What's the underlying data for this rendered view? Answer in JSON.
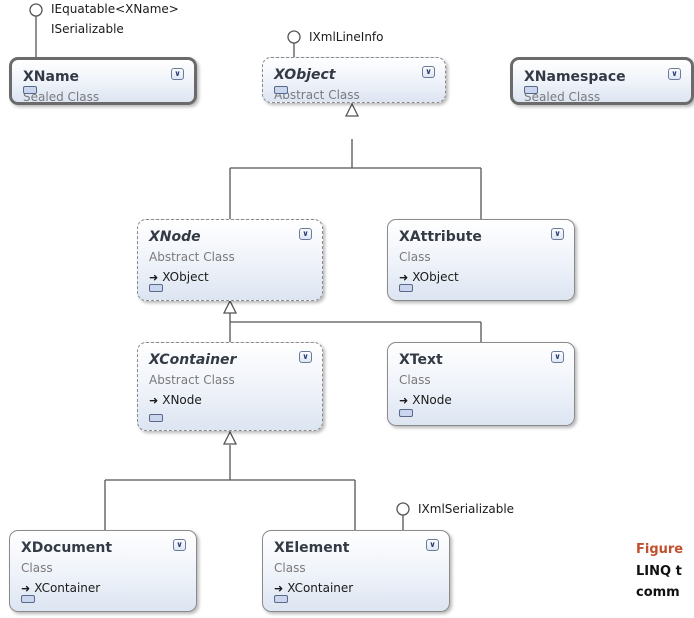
{
  "classes": {
    "xname": {
      "name": "XName",
      "kind": "Sealed Class"
    },
    "xobject": {
      "name": "XObject",
      "kind": "Abstract Class"
    },
    "xnamespace": {
      "name": "XNamespace",
      "kind": "Sealed Class"
    },
    "xnode": {
      "name": "XNode",
      "kind": "Abstract Class",
      "base": "XObject"
    },
    "xattribute": {
      "name": "XAttribute",
      "kind": "Class",
      "base": "XObject"
    },
    "xcontainer": {
      "name": "XContainer",
      "kind": "Abstract Class",
      "base": "XNode"
    },
    "xtext": {
      "name": "XText",
      "kind": "Class",
      "base": "XNode"
    },
    "xdocument": {
      "name": "XDocument",
      "kind": "Class",
      "base": "XContainer"
    },
    "xelement": {
      "name": "XElement",
      "kind": "Class",
      "base": "XContainer"
    }
  },
  "interfaces": {
    "iequatable": "IEquatable<XName>",
    "iserializable": "ISerializable",
    "ixmllineinfo": "IXmlLineInfo",
    "ixmlserializable": "IXmlSerializable"
  },
  "caption": {
    "figure": "Figure",
    "line1": "LINQ t",
    "line2": "comm"
  }
}
